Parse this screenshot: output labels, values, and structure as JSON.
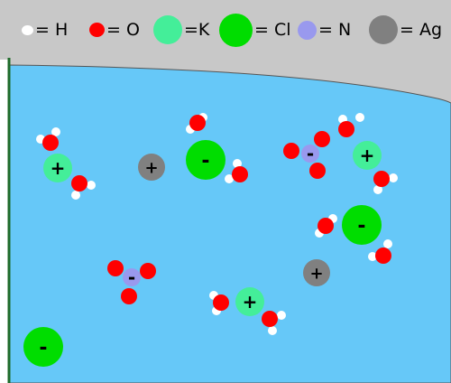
{
  "legend": [
    {
      "symbol": "H",
      "label": "= H",
      "color": "#ffffff"
    },
    {
      "symbol": "O",
      "label": "= O",
      "color": "#ff0000"
    },
    {
      "symbol": "K",
      "label": "=K",
      "color": "#44ee99"
    },
    {
      "symbol": "Cl",
      "label": "= Cl",
      "color": "#00dd00"
    },
    {
      "symbol": "N",
      "label": "= N",
      "color": "#9999ee"
    },
    {
      "symbol": "Ag",
      "label": "= Ag",
      "color": "#808080"
    }
  ],
  "solution_color": "#66c8f8",
  "charges": {
    "plus": "+",
    "minus": "-"
  }
}
